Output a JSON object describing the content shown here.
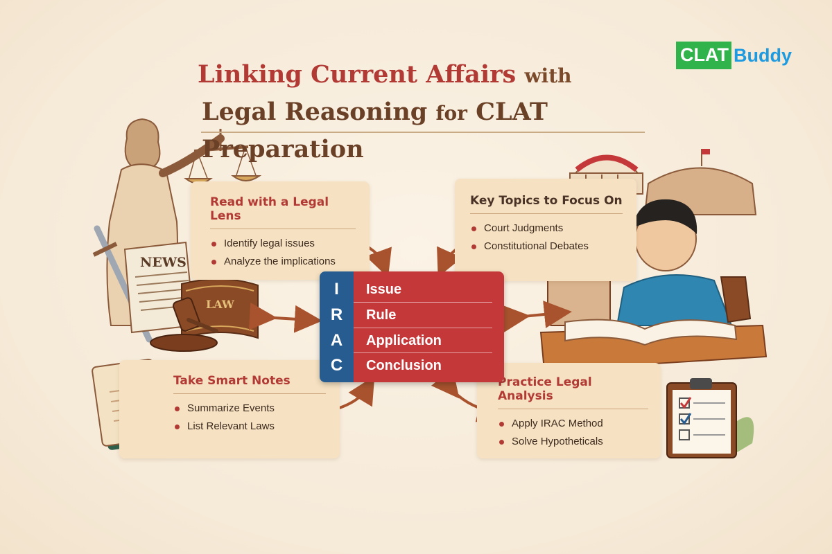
{
  "logo": {
    "part1": "CLAT",
    "part2": "Buddy"
  },
  "title": {
    "line1_main": "Linking Current Affairs",
    "line1_small": "with",
    "line2_main": "Legal Reasoning",
    "line2_small": "for",
    "line2_end": "CLAT Preparation"
  },
  "cards": {
    "read": {
      "heading": "Read with a Legal Lens",
      "items": [
        "Identify legal issues",
        "Analyze the implications"
      ]
    },
    "topics": {
      "heading": "Key Topics to Focus On",
      "items": [
        "Court Judgments",
        "Constitutional Debates"
      ]
    },
    "notes": {
      "heading": "Take Smart Notes",
      "items": [
        "Summarize Events",
        "List Relevant Laws"
      ]
    },
    "practice": {
      "heading": "Practice Legal Analysis",
      "items": [
        "Apply IRAC Method",
        "Solve Hypotheticals"
      ]
    }
  },
  "irac": {
    "rows": [
      {
        "letter": "I",
        "word": "Issue"
      },
      {
        "letter": "R",
        "word": "Rule"
      },
      {
        "letter": "A",
        "word": "Application"
      },
      {
        "letter": "C",
        "word": "Conclusion"
      }
    ]
  },
  "illustrations": {
    "newspaper_label": "NEWS",
    "book_label": "LAW"
  },
  "colors": {
    "heading_red": "#b23a35",
    "irac_blue": "#265c90",
    "irac_red": "#c5383a",
    "card_bg": "#f6e2c2",
    "arrow_brown": "#a8532e"
  }
}
